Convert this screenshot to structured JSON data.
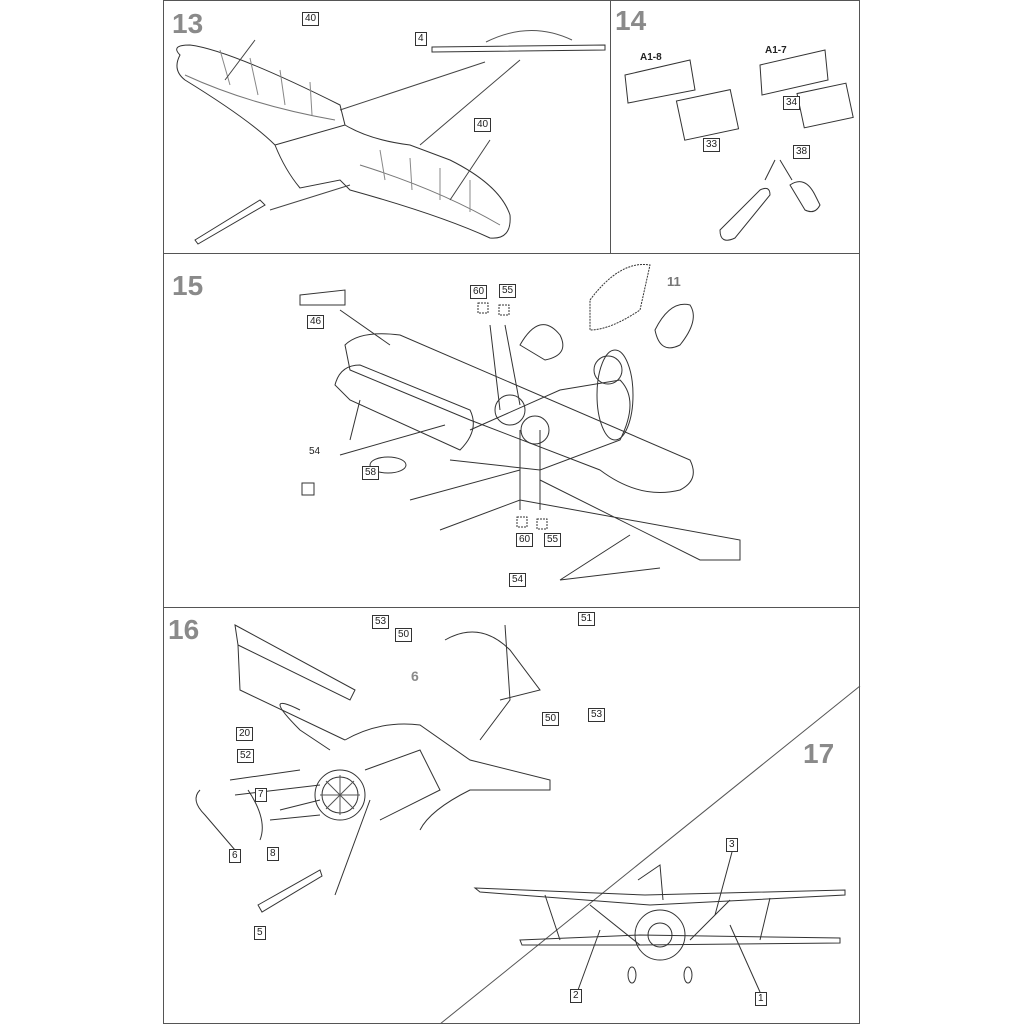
{
  "steps": {
    "s13": "13",
    "s14": "14",
    "s15": "15",
    "s16": "16",
    "s17": "17"
  },
  "step13": {
    "p40a": "40",
    "p4": "4",
    "p40b": "40"
  },
  "step14": {
    "a18": "A1-8",
    "a17": "A1-7",
    "p33": "33",
    "p34": "34",
    "p38": "38"
  },
  "step15": {
    "p46": "46",
    "p60a": "60",
    "p55a": "55",
    "p11": "11",
    "p54a": "54",
    "p58": "58",
    "p60b": "60",
    "p55b": "55",
    "p54b": "54"
  },
  "step16": {
    "p53a": "53",
    "p50a": "50",
    "p51": "51",
    "p6a": "6",
    "p20": "20",
    "p52": "52",
    "p50b": "50",
    "p53b": "53",
    "p7": "7",
    "p6b": "6",
    "p8": "8",
    "p5": "5"
  },
  "step17": {
    "p3": "3",
    "p2": "2",
    "p1": "1"
  },
  "colors": {
    "line": "#333333",
    "step_number": "#8a8a8a",
    "frame": "#555555"
  }
}
